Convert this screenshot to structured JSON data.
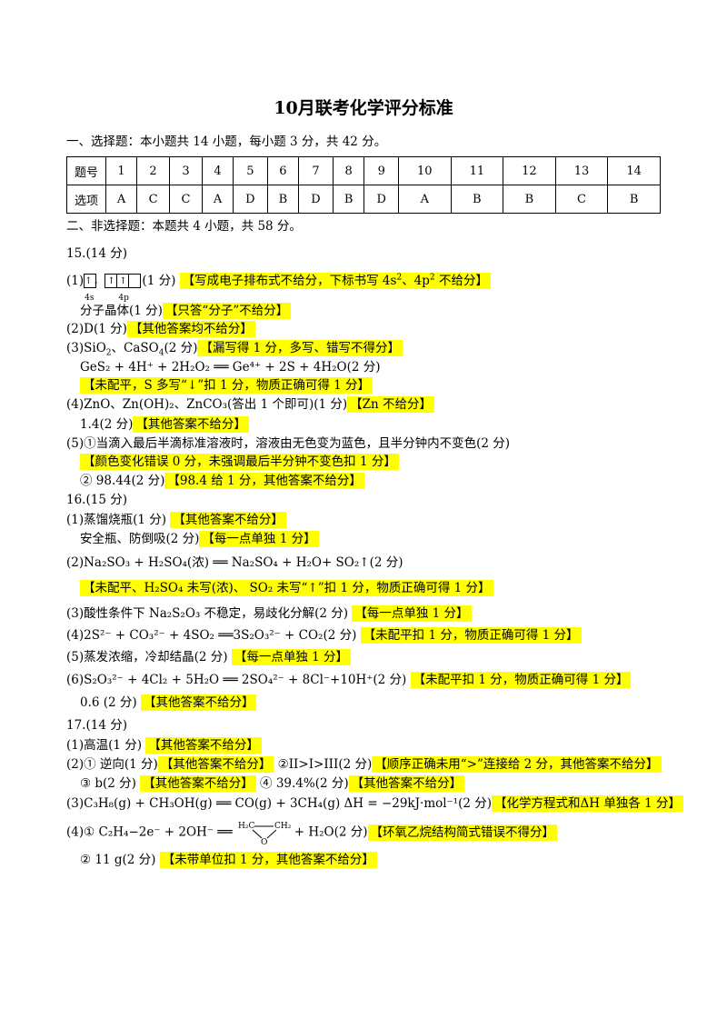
{
  "title": "10月联考化学评分标准",
  "part1": {
    "heading": "一、选择题：本小题共 14 小题，每小题 3 分，共 42 分。",
    "row_head_q": "题号",
    "row_head_a": "选项",
    "questions": [
      "1",
      "2",
      "3",
      "4",
      "5",
      "6",
      "7",
      "8",
      "9",
      "10",
      "11",
      "12",
      "13",
      "14"
    ],
    "answers": [
      "A",
      "C",
      "C",
      "A",
      "D",
      "B",
      "D",
      "B",
      "D",
      "A",
      "B",
      "B",
      "C",
      "B"
    ]
  },
  "part2": {
    "heading": "二、非选择题：本题共 4 小题，共 58 分。"
  },
  "q15": {
    "header": "15.(14 分)",
    "l1_pre": "(1)",
    "orb_4s": "4s",
    "orb_4p": "4p",
    "orb_arrows_4s": "↑↓",
    "orb_arrow": "↑",
    "l1_score": "(1 分)",
    "l1_note_a": "【写成电子排布式不给分，下标书写 4s",
    "l1_note_b": "、4p",
    "l1_note_c": " 不给分】",
    "sup2": "2",
    "l2_text": "分子晶体(1 分)",
    "l2_note": "【只答“分子”不给分】",
    "l3_text": "(2)D(1 分)",
    "l3_note": "【其他答案均不给分】",
    "l4_a": "(3)SiO",
    "l4_b": "、CaSO",
    "l4_c": "(2 分)",
    "l4_note": "【漏写得 1 分，多写、错写不得分】",
    "l5_text": "GeS₂ + 4H⁺ + 2H₂O₂ ══ Ge⁴⁺ + 2S + 4H₂O(2 分)",
    "l6_note": "【未配平，S 多写“↓”扣 1 分，物质正确可得 1 分】",
    "l7_text": "(4)ZnO、Zn(OH)₂、ZnCO₃(答出 1 个即可)(1 分)",
    "l7_note": "【Zn 不给分】",
    "l8_text": "1.4(2 分)",
    "l8_note": "【其他答案不给分】",
    "l9_text": "(5)①当滴入最后半滴标准溶液时，溶液由无色变为蓝色，且半分钟内不变色(2 分)",
    "l10_note": "【颜色变化错误 0 分，未强调最后半分钟不变色扣 1 分】",
    "l11_text": "② 98.44(2 分)",
    "l11_note": "【98.4 给 1 分，其他答案不给分】"
  },
  "q16": {
    "header": "16.(15 分)",
    "l1_text": "(1)蒸馏烧瓶(1 分)",
    "l1_note": "【其他答案不给分】",
    "l2_text": "安全瓶、防倒吸(2 分)",
    "l2_note": "【每一点单独 1 分】",
    "l3_text": "(2)Na₂SO₃ + H₂SO₄(浓) ══ Na₂SO₄ + H₂O+ SO₂↑(2 分)",
    "l4_note": "【未配平、H₂SO₄ 未写(浓)、 SO₂ 未写“↑”扣 1 分，物质正确可得 1 分】",
    "l5_text": "(3)酸性条件下 Na₂S₂O₃ 不稳定，易歧化分解(2 分)",
    "l5_note": "【每一点单独 1 分】",
    "l6_text": "(4)2S²⁻ + CO₃²⁻ + 4SO₂ ══3S₂O₃²⁻ + CO₂(2 分)",
    "l6_note": "【未配平扣 1 分，物质正确可得 1 分】",
    "l7_text": "(5)蒸发浓缩，冷却结晶(2 分)",
    "l7_note": "【每一点单独 1 分】",
    "l8_text": "(6)S₂O₃²⁻ + 4Cl₂ + 5H₂O ══ 2SO₄²⁻ + 8Cl⁻+10H⁺(2 分)",
    "l8_note": "【未配平扣 1 分，物质正确可得 1 分】",
    "l9_text": "0.6 (2 分)",
    "l9_note": "【其他答案不给分】"
  },
  "q17": {
    "header": "17.(14 分)",
    "l1_text": "(1)高温(1 分)",
    "l1_note": "【其他答案不给分】",
    "l2_text": "(2)① 逆向(1 分)",
    "l2_note": "【其他答案不给分】",
    "l2b_text": "②II>I>III(2 分)",
    "l2b_note": "【顺序正确未用“>”连接给 2 分，其他答案不给分】",
    "l3_text": "③ b(2 分)",
    "l3_note": "【其他答案不给分】",
    "l3b_text": "④ 39.4%(2 分)",
    "l3b_note": "【其他答案不给分】",
    "l4_text": "(3)C₃H₈(g) + CH₃OH(g) ══ CO(g) + 3CH₄(g)    ΔH = −29kJ·mol⁻¹(2 分)",
    "l4_note": "【化学方程式和ΔH 单独各 1 分】",
    "l5_text": "(4)① C₂H₄−2e⁻ + 2OH⁻ ══",
    "l5_epox_h2c": "H₂C",
    "l5_epox_ch2": "CH₂",
    "l5_epox_o": "O",
    "l5_tail": "+ H₂O(2 分)",
    "l5_note": "【环氧乙烷结构简式错误不得分】",
    "l6_text": "② 11 g(2 分)",
    "l6_note": "【未带单位扣 1 分，其他答案不给分】"
  }
}
